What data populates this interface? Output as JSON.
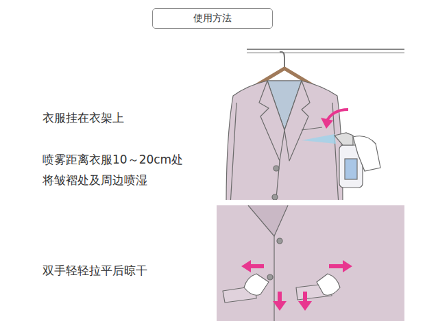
{
  "diagram": {
    "nodes": [
      {
        "text": [
          "使用方法"
        ]
      }
    ],
    "labels": [
      "衣服挂在衣架上",
      "喷雾距离衣服10～20cm处将皱褶处及周边喷湿",
      "双手轻轻拉平后晾干"
    ]
  }
}
